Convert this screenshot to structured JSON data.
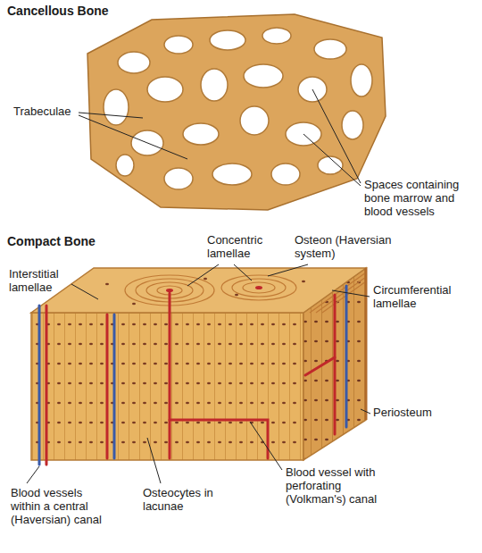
{
  "diagram": {
    "labels": [
      "Cancellous Bone",
      "Trabeculae",
      "Spaces containing bone marrow and blood vessels",
      "Compact Bone",
      "Concentric lamellae",
      "Osteon (Haversian system)",
      "Interstitial lamellae",
      "Circumferential lamellae",
      "Periosteum",
      "Blood vessels within a central (Haversian) canal",
      "Osteocytes in lacunae",
      "Blood vessel with perforating (Volkman's) canal"
    ]
  }
}
